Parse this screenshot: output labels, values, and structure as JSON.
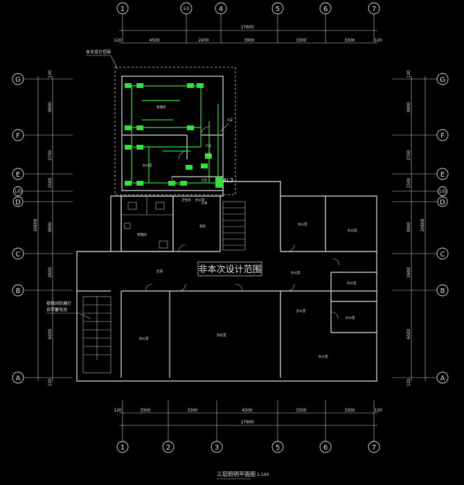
{
  "grid": {
    "top_axes": [
      "1",
      "1/2",
      "4",
      "5",
      "6",
      "7"
    ],
    "bottom_axes": [
      "1",
      "2",
      "3",
      "5",
      "6",
      "7"
    ],
    "row_axes": [
      "G",
      "F",
      "E",
      "1/D",
      "D",
      "C",
      "B",
      "A"
    ]
  },
  "dims": {
    "top_total": "17600",
    "top_segments": [
      "120",
      "4500",
      "2400",
      "3900",
      "3300",
      "3300",
      "120"
    ],
    "bottom_total": "17600",
    "bottom_segments": [
      "120",
      "3300",
      "3300",
      "4200",
      "3300",
      "3300",
      "120"
    ],
    "side_total": "20600",
    "side_segments": [
      "120",
      "3900",
      "2700",
      "1500",
      "3900",
      "2600",
      "6000",
      "120"
    ]
  },
  "labels": {
    "scope_note": "本次设计范围",
    "non_scope": "非本次设计范围",
    "panel": "AL3",
    "plan_title": "三层照明平面图",
    "plan_scale": "1:100",
    "left_note_1": "楼梯间防爆灯",
    "left_note_2": "自带蓄电池"
  },
  "circuits": [
    "n2",
    "n1",
    "n2",
    "n5",
    "n4"
  ],
  "rooms": {
    "r_a": "机房",
    "r_b": "管理间",
    "r_c": "卫生间",
    "r_d": "走道",
    "r_e": "办公室",
    "r_f": "会议室",
    "r_g": "办公室",
    "r_h": "办公室",
    "r_i": "办公室",
    "r_j": "办公室",
    "r_k": "办公室",
    "r_l": "办公室",
    "r_m": "办公室",
    "r_n": "办公室"
  },
  "colors": {
    "circuit": "#2ee63a",
    "line": "#e6e6e6",
    "background": "#000000"
  }
}
